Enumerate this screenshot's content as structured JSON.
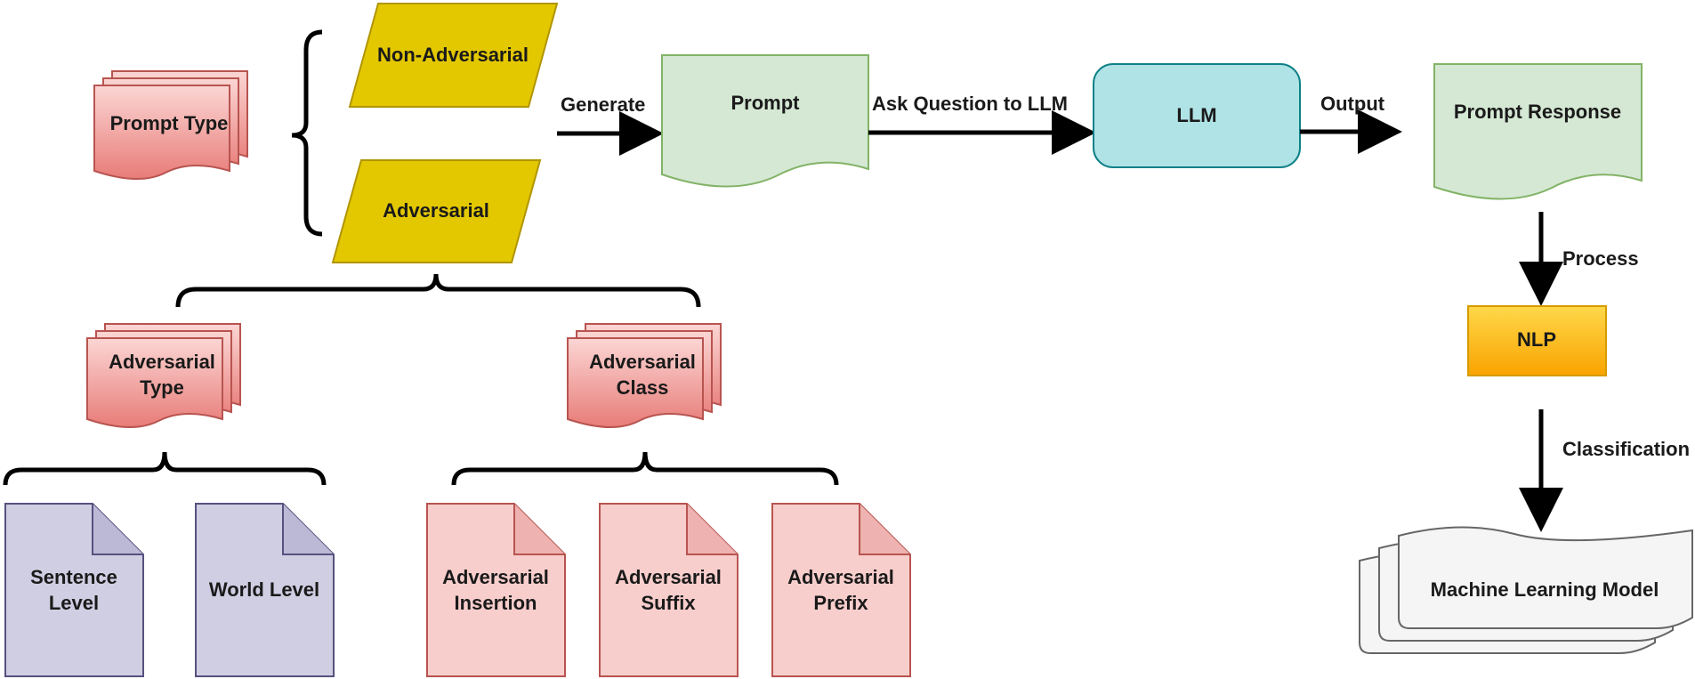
{
  "nodes": {
    "prompt_type": "Prompt Type",
    "non_adversarial": "Non-Adversarial",
    "adversarial": "Adversarial",
    "prompt": "Prompt",
    "llm": "LLM",
    "prompt_response": "Prompt Response",
    "nlp": "NLP",
    "ml_model": "Machine Learning Model",
    "adversarial_type": [
      "Adversarial",
      "Type"
    ],
    "adversarial_class": [
      "Adversarial",
      "Class"
    ],
    "sentence_level": [
      "Sentence",
      "Level"
    ],
    "world_level": "World Level",
    "adv_insertion": [
      "Adversarial",
      "Insertion"
    ],
    "adv_suffix": [
      "Adversarial",
      "Suffix"
    ],
    "adv_prefix": [
      "Adversarial",
      "Prefix"
    ]
  },
  "edges": {
    "generate": "Generate",
    "ask": "Ask Question to LLM",
    "output": "Output",
    "process": "Process",
    "classification": "Classification"
  },
  "colors": {
    "red_fill": "#f19c99",
    "red_stroke": "#b85450",
    "yellow_fill": "#e3c800",
    "yellow_stroke": "#b09500",
    "green_fill": "#d5e8d4",
    "green_stroke": "#82b366",
    "teal_fill": "#b0e3e6",
    "teal_stroke": "#0e8088",
    "orange_fill": "#ffcd28",
    "orange_stroke": "#d79b00",
    "purple_fill": "#d0cee2",
    "purple_stroke": "#56517e",
    "pink_fill": "#f8cecc",
    "pink_stroke": "#b85450",
    "gray_fill": "#f5f5f5",
    "gray_stroke": "#666666"
  }
}
